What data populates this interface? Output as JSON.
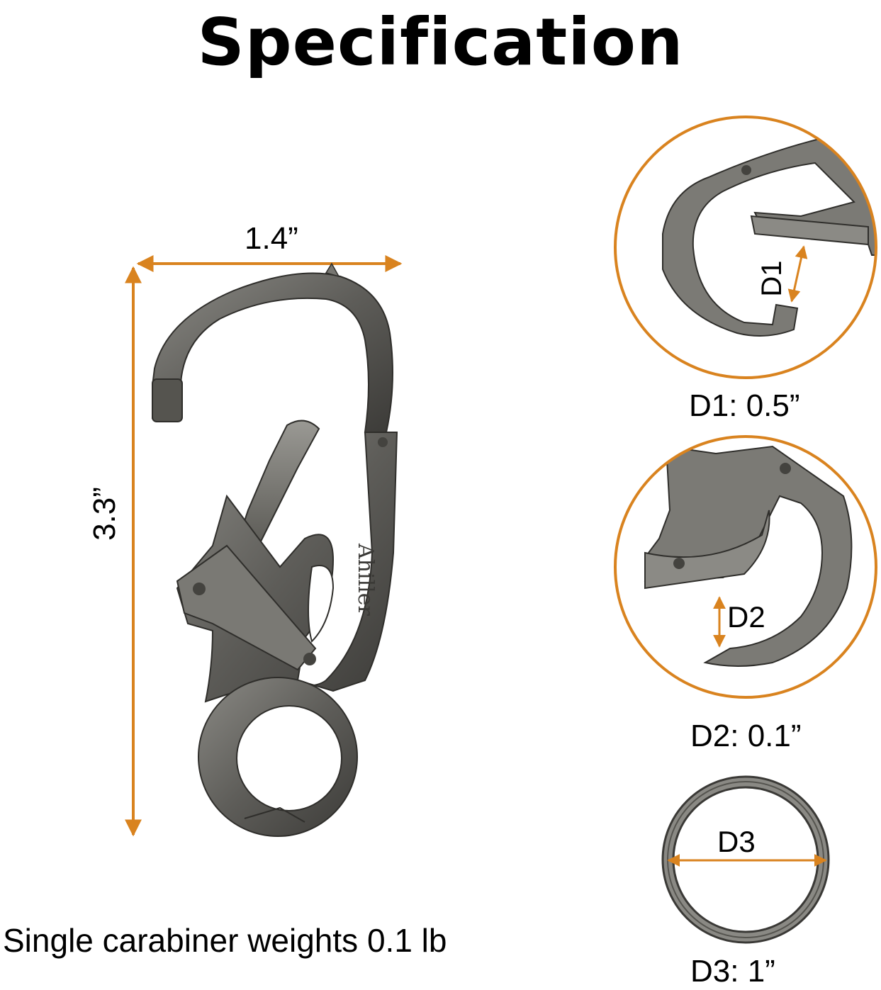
{
  "title": "Specification",
  "colors": {
    "accent": "#d9831f",
    "metal": "#6e6d69",
    "metal_dark": "#3b3a37",
    "metal_light": "#a3a29d"
  },
  "main_product": {
    "brand_engraving": "Ahiller",
    "width_label": "1.4”",
    "height_label": "3.3”"
  },
  "details": {
    "d1": {
      "marker": "D1",
      "caption": "D1: 0.5”"
    },
    "d2": {
      "marker": "D2",
      "caption": "D2: 0.1”"
    },
    "d3": {
      "marker": "D3",
      "caption": "D3: 1”"
    }
  },
  "weight_note": "Single carabiner weights 0.1 lb"
}
